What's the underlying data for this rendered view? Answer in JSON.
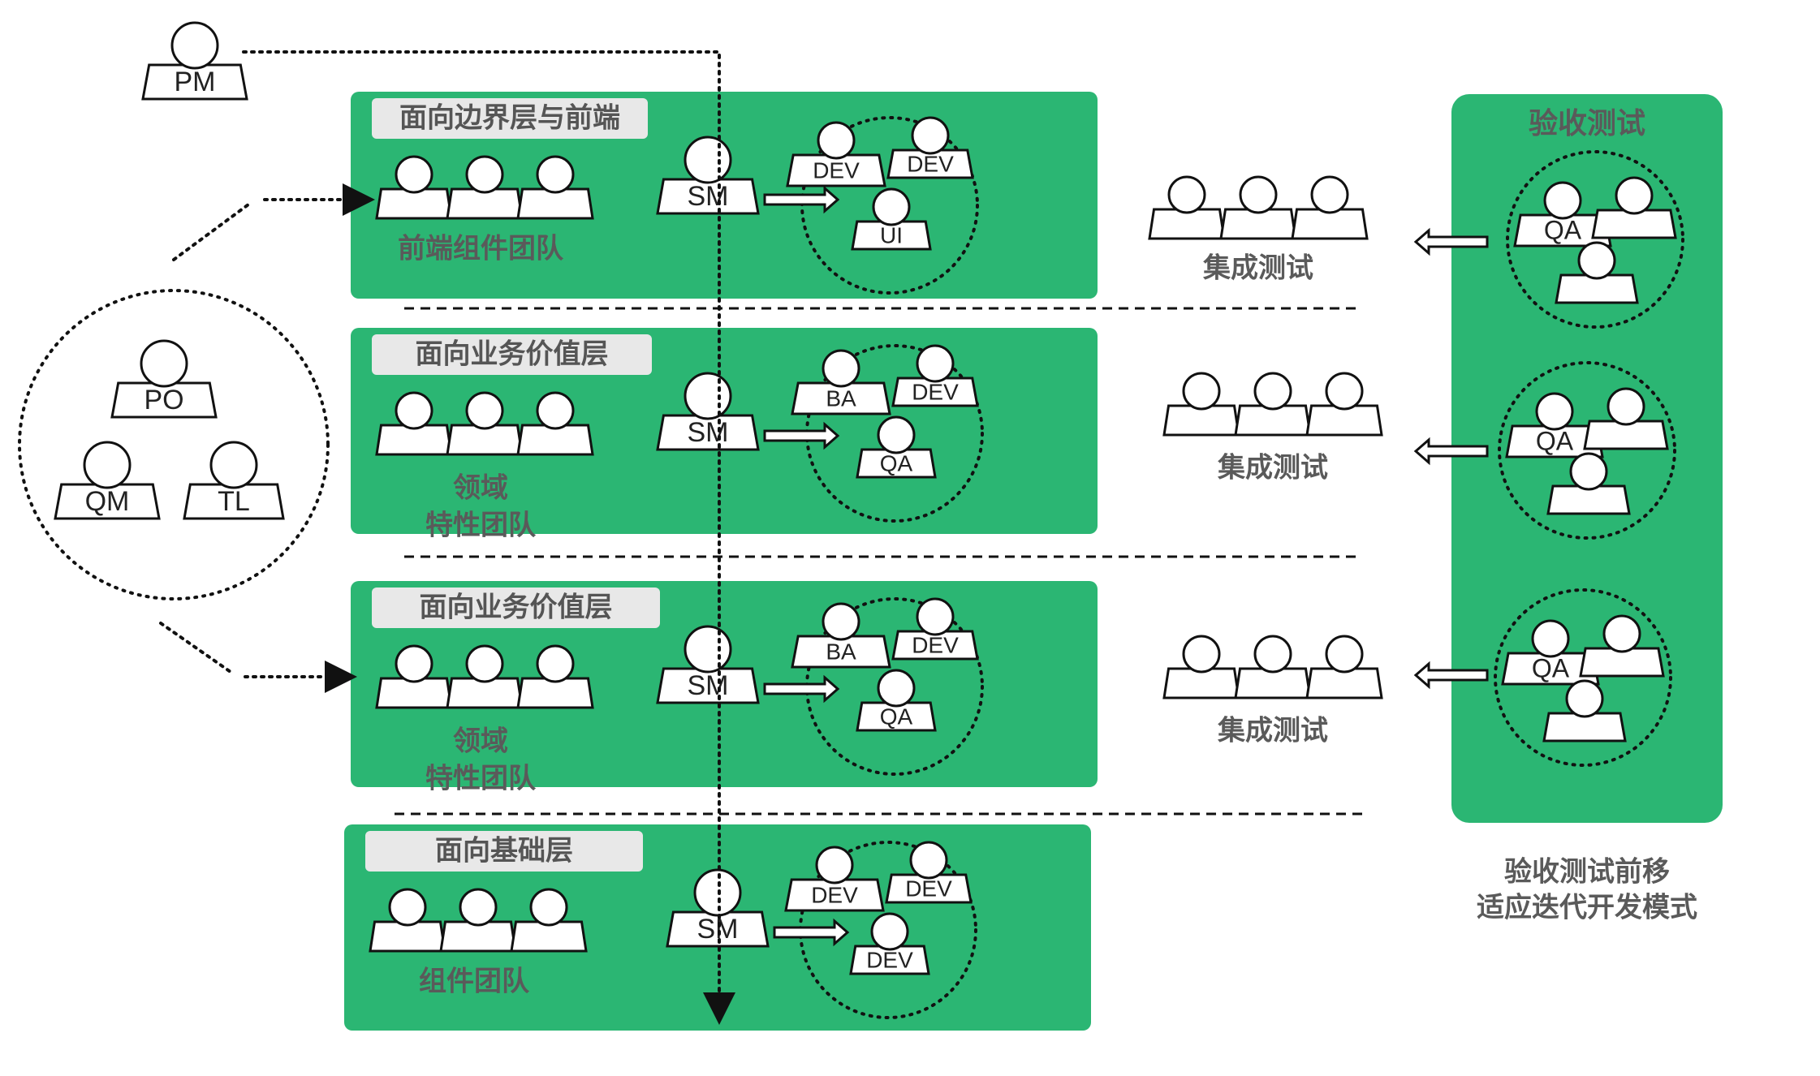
{
  "colors": {
    "panel": "#2bb673",
    "tag_bg": "#e8e8e8",
    "tag_text": "#555555",
    "panel_text": "#5a5a5a",
    "ink": "#111111"
  },
  "roles": {
    "pm": "PM",
    "po": "PO",
    "qm": "QM",
    "tl": "TL"
  },
  "panels": [
    {
      "tag": "面向边界层与前端",
      "team": "前端组件团队",
      "sm": "SM",
      "members": [
        "DEV",
        "DEV",
        "UI"
      ]
    },
    {
      "tag": "面向业务价值层",
      "team": "领域\n特性团队",
      "sm": "SM",
      "members": [
        "BA",
        "DEV",
        "QA"
      ]
    },
    {
      "tag": "面向业务价值层",
      "team": "领域\n特性团队",
      "sm": "SM",
      "members": [
        "BA",
        "DEV",
        "QA"
      ]
    },
    {
      "tag": "面向基础层",
      "team": "组件团队",
      "sm": "SM",
      "members": [
        "DEV",
        "DEV",
        "DEV"
      ]
    }
  ],
  "integration": {
    "label": "集成测试"
  },
  "acceptance": {
    "title": "验收测试",
    "role": "QA",
    "note": "验收测试前移\n适应迭代开发模式"
  }
}
